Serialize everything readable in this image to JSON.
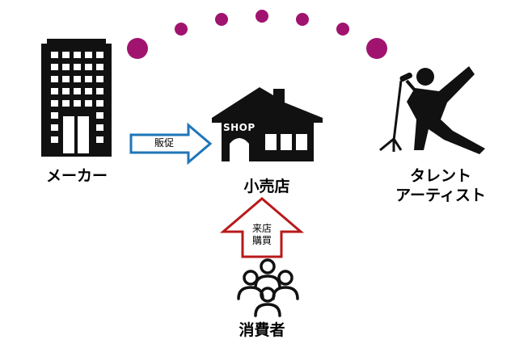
{
  "nodes": {
    "maker": {
      "label": "メーカー"
    },
    "retail": {
      "label": "小売店",
      "sign": "SHOP"
    },
    "talent": {
      "label": "タレント\nアーティスト"
    },
    "consumer": {
      "label": "消費者"
    }
  },
  "edges": {
    "promotion": {
      "label": "販促",
      "color": "#1f76b9"
    },
    "visit": {
      "label": "来店\n購買",
      "color": "#b8191b"
    }
  },
  "colors": {
    "dots": "#a0146f",
    "icon": "#111111"
  }
}
